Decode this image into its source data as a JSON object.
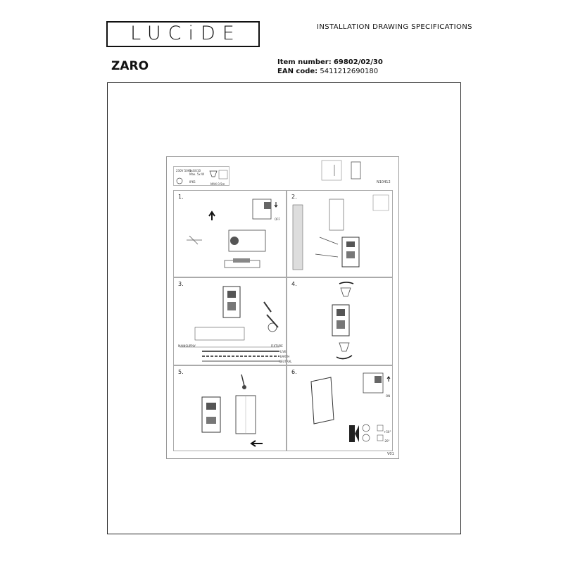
{
  "header": {
    "brand": "LUCiDE",
    "doc_title": "INSTALLATION DRAWING SPECIFICATIONS"
  },
  "product": {
    "name": "ZARO",
    "item_label": "Item number:",
    "item_number": "69802/02/30",
    "ean_label": "EAN code:",
    "ean_code": "5411212690180"
  },
  "sheet": {
    "spec_voltage": "230V 50Hz",
    "spec_bulb": "1xGU10 Max. 5x W",
    "spec_ip": "IP65",
    "spec_distance": "MAX 0.5m",
    "code": "N10412",
    "version": "V01",
    "steps": [
      "1.",
      "2.",
      "3.",
      "4.",
      "5.",
      "6."
    ],
    "step1_off": "OFF",
    "step6_on": "ON",
    "temp_high": "+50°",
    "temp_low": "-20°",
    "wiring": {
      "supply_label": "MAINSUPPLY",
      "fixture_label": "FIXTURE",
      "live": "LIVE",
      "earth": "EARTH",
      "neutral": "NEUTRAL"
    }
  }
}
